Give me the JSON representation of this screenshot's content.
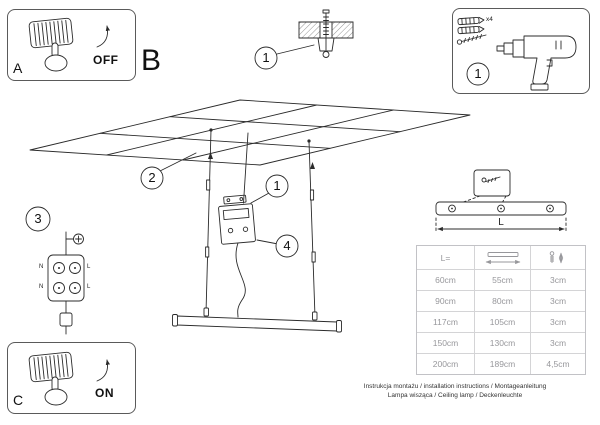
{
  "panels": {
    "a": {
      "letter": "A",
      "state": "OFF"
    },
    "b_letter": "B",
    "c": {
      "letter": "C",
      "state": "ON"
    },
    "tools": {
      "quantity": "x4"
    }
  },
  "callouts": {
    "c1": "1",
    "c2": "2",
    "c3": "3",
    "c4": "4"
  },
  "wiring": {
    "n": "N",
    "l": "L"
  },
  "dimension_label": "L",
  "table": {
    "header": {
      "col1": "L="
    },
    "rows": [
      [
        "60cm",
        "55cm",
        "3cm"
      ],
      [
        "90cm",
        "80cm",
        "3cm"
      ],
      [
        "117cm",
        "105cm",
        "3cm"
      ],
      [
        "150cm",
        "130cm",
        "3cm"
      ],
      [
        "200cm",
        "189cm",
        "4,5cm"
      ]
    ]
  },
  "footer": {
    "line1": "Instrukcja montażu / installation instructions / Montageanleitung",
    "line2": "Lampa wisząca / Ceiling lamp / Deckenleuchte"
  },
  "icons": {
    "table_col2": "lamp-length-icon",
    "table_col3": "anchor-depth-icon",
    "tools": [
      "wall-plug-icon",
      "screw-icon",
      "drill-icon"
    ]
  },
  "colors": {
    "line": "#2b2b2b",
    "table_text": "#97979b",
    "table_border": "#d4d4d6"
  }
}
